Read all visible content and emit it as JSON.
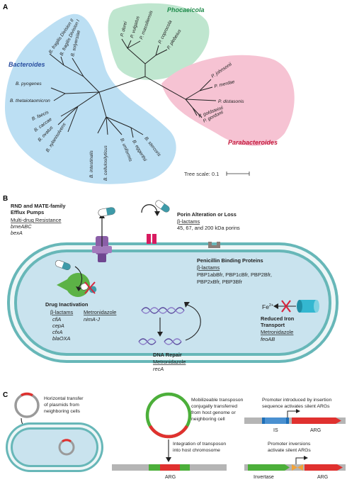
{
  "panel_a": {
    "panel_letter": "A",
    "clades": {
      "bacteroides": {
        "label": "Bacteroides",
        "color": "#2a4fa0",
        "fill": "#bcdff3"
      },
      "phocaeicola": {
        "label": "Phocaeicola",
        "color": "#1e8a4a",
        "fill": "#bfe6cf"
      },
      "parabacteroides": {
        "label": "Parabacteroides",
        "color": "#c4183c",
        "fill": "#f6c3d3"
      }
    },
    "taxa": {
      "b_solyersiae": "B. solyersiae",
      "b_fragilis_1": "B. fragilis Division I",
      "b_fragilis_2": "B. fragilis Division II",
      "b_pyogenes": "B. pyogenes",
      "b_thetaiotaomicron": "B. thetaiotaomicron",
      "b_faecis": "B. faecis",
      "b_caccae": "B. caccae",
      "b_ovatus": "B. ovatus",
      "b_xylanisolvens": "B. xylanisolvens",
      "b_intestinalis": "B. intestinalis",
      "b_cellulosilyticus": "B. cellulosilyticus",
      "b_uniformis": "B. uniformis",
      "b_eggerthii": "B. eggerthii",
      "b_stercoris": "B. stercoris",
      "p_dorei": "P. dorei",
      "p_vulgatus": "P. vulgatus",
      "p_massiliensis": "P. massiliensis",
      "p_coprocola": "P. coprocola",
      "p_plebeius": "P. plebeius",
      "pa_johnsonii": "P. johnsonii",
      "pa_merdae": "P. merdae",
      "pa_distasonis": "P. distasonis",
      "pa_goldsteinii": "P. goldsteinii",
      "pa_gordonii": "P. gordonii"
    },
    "tree_scale": "Tree scale: 0.1"
  },
  "panel_b": {
    "panel_letter": "B",
    "colors": {
      "membrane": "#67b7b8",
      "cytoplasm": "#c9e3ee",
      "periplasm": "#edf6f7",
      "red_x": "#d7263d"
    },
    "efflux": {
      "title1": "RND and MATE-family",
      "title2": "Efflux Pumps",
      "subtitle": "Multi-drug Resistance",
      "gene1": "bmeABC",
      "gene2": "bexA"
    },
    "porin": {
      "title": "Porin Alteration or Loss",
      "subtitle": "β-lactams",
      "detail": "45, 67, and 200 kDa porins"
    },
    "pbp": {
      "title": "Penicillin Binding Proteins",
      "subtitle": "β-lactams",
      "line1": "PBP1abBfr, PBP1cBfr, PBP2Bfr,",
      "line2": "PBP2xBfr, PBP3Bfr"
    },
    "inactivation": {
      "title": "Drug Inactivation",
      "col1_head": "β-lactams",
      "col1_genes": [
        "cfiA",
        "cepA",
        "cfxA",
        "blaOXA"
      ],
      "col2_head": "Metronidazole",
      "col2_gene": "nimA-J"
    },
    "repair": {
      "title": "DNA Repair",
      "subtitle": "Metronidazole",
      "gene": "recA"
    },
    "iron": {
      "ion": "Fe",
      "charge": "2+",
      "title1": "Reduced Iron",
      "title2": "Transport",
      "subtitle": "Metronidazole",
      "gene": "feoAB"
    }
  },
  "panel_c": {
    "panel_letter": "C",
    "plasmid_text": [
      "Horizontal transfer",
      "of plasmids from",
      "neighboring cells"
    ],
    "transposon_text": [
      "Mobilizeable transposon",
      "conjugally transferred",
      "from host genome or",
      "neighboring cell"
    ],
    "integration_text": [
      "Integration of transposon",
      "into host chromosome"
    ],
    "integrated_label": "ARG",
    "is_text": [
      "Promoter introduced by insertion",
      "sequence activates silent ARGs"
    ],
    "is_label": "IS",
    "is_arg_label": "ARG",
    "invert_text": [
      "Promoter inversions",
      "activate silent ARGs"
    ],
    "invertase_label": "Invertase",
    "invert_arg_label": "ARG",
    "colors": {
      "arg": "#e0312f",
      "green": "#4caf3a",
      "is_blue": "#1d6fb8",
      "grey": "#b5b5b5",
      "orange": "#f2a33a"
    }
  }
}
